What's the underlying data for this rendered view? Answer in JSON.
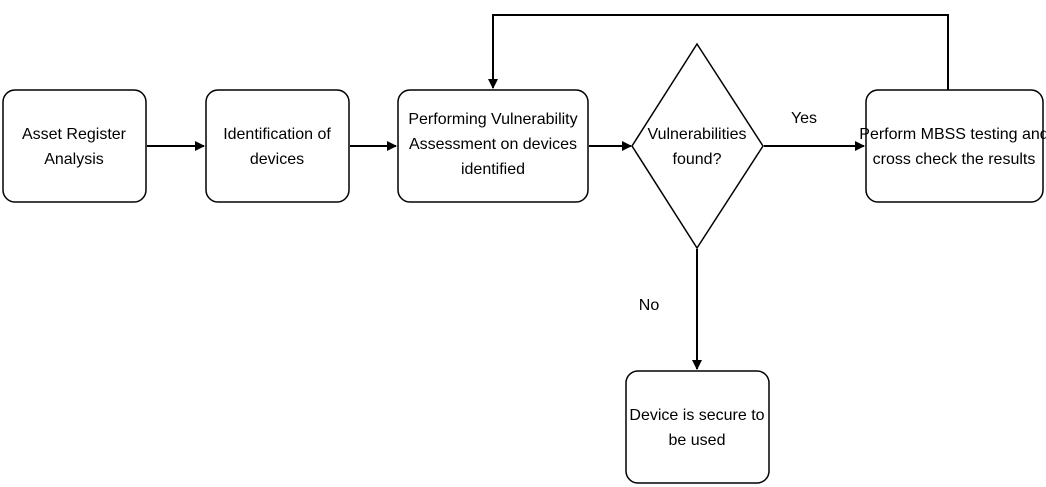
{
  "diagram": {
    "nodes": {
      "asset_register": {
        "line1": "Asset Register",
        "line2": "Analysis"
      },
      "identification": {
        "line1": "Identification of",
        "line2": "devices"
      },
      "vulnerability_assessment": {
        "line1": "Performing Vulnerability",
        "line2": "Assessment on devices",
        "line3": "identified"
      },
      "decision": {
        "line1": "Vulnerabilities",
        "line2": "found?"
      },
      "mbss_testing": {
        "line1": "Perform MBSS testing and",
        "line2": "cross check the results"
      },
      "secure": {
        "line1": "Device is secure to",
        "line2": "be used"
      }
    },
    "edge_labels": {
      "yes": "Yes",
      "no": "No"
    },
    "colors": {
      "stroke": "#000000",
      "fill": "#ffffff"
    }
  }
}
